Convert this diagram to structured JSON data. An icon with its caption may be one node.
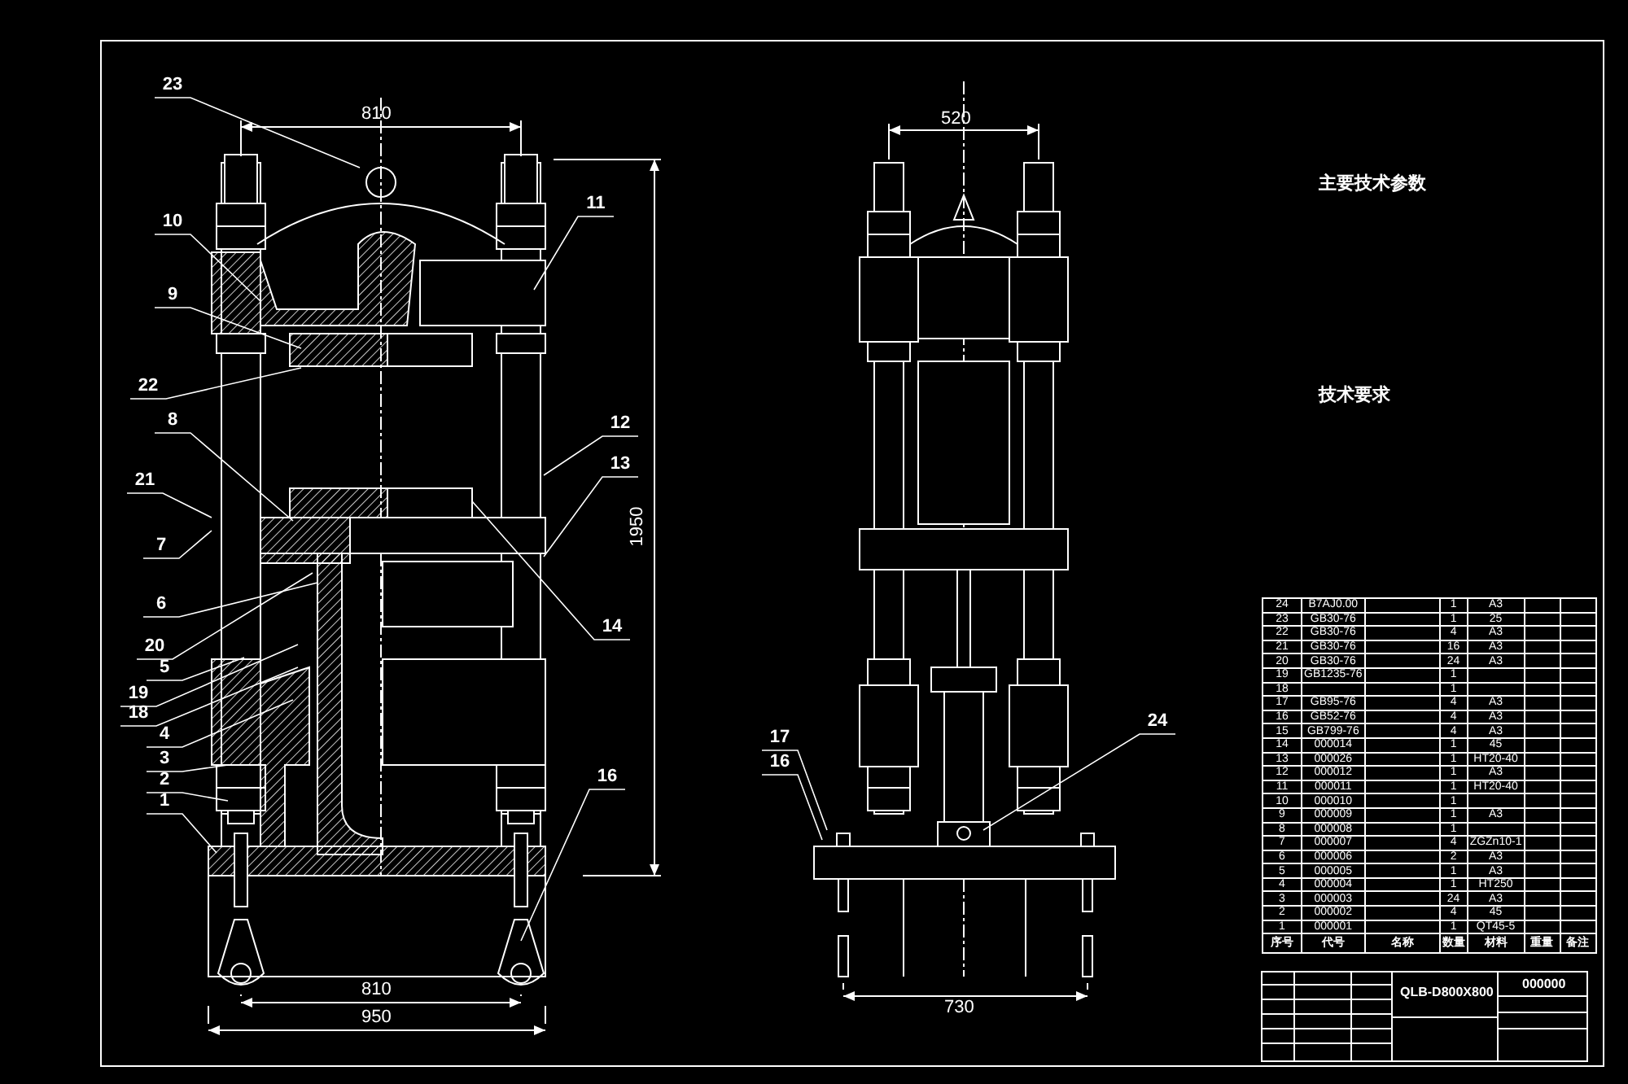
{
  "diagram": {
    "nodes": [
      {
        "text": [
          "23"
        ]
      },
      {
        "text": [
          "10"
        ]
      },
      {
        "text": [
          "9"
        ]
      },
      {
        "text": [
          "22"
        ]
      },
      {
        "text": [
          "8"
        ]
      },
      {
        "text": [
          "21"
        ]
      },
      {
        "text": [
          "7"
        ]
      },
      {
        "text": [
          "6"
        ]
      },
      {
        "text": [
          "20"
        ]
      },
      {
        "text": [
          "5"
        ]
      },
      {
        "text": [
          "19"
        ]
      },
      {
        "text": [
          "18"
        ]
      },
      {
        "text": [
          "4"
        ]
      },
      {
        "text": [
          "3"
        ]
      },
      {
        "text": [
          "2"
        ]
      },
      {
        "text": [
          "1"
        ]
      },
      {
        "text": [
          "11"
        ]
      },
      {
        "text": [
          "12"
        ]
      },
      {
        "text": [
          "13"
        ]
      },
      {
        "text": [
          "14"
        ]
      },
      {
        "text": [
          "16"
        ]
      },
      {
        "text": [
          "17"
        ]
      },
      {
        "text": [
          "16"
        ]
      },
      {
        "text": [
          "24"
        ]
      }
    ],
    "edges": [
      {
        "from": 0,
        "to": null,
        "arrow": "none"
      },
      {
        "from": 1,
        "to": null,
        "arrow": "none"
      },
      {
        "from": 2,
        "to": null,
        "arrow": "none"
      },
      {
        "from": 3,
        "to": null,
        "arrow": "none"
      },
      {
        "from": 4,
        "to": null,
        "arrow": "none"
      },
      {
        "from": 5,
        "to": null,
        "arrow": "none"
      },
      {
        "from": 6,
        "to": null,
        "arrow": "none"
      },
      {
        "from": 7,
        "to": null,
        "arrow": "none"
      },
      {
        "from": 8,
        "to": null,
        "arrow": "none"
      },
      {
        "from": 9,
        "to": null,
        "arrow": "none"
      },
      {
        "from": 10,
        "to": null,
        "arrow": "none"
      },
      {
        "from": 11,
        "to": null,
        "arrow": "none"
      },
      {
        "from": 12,
        "to": null,
        "arrow": "none"
      },
      {
        "from": 13,
        "to": null,
        "arrow": "none"
      },
      {
        "from": 14,
        "to": null,
        "arrow": "none"
      },
      {
        "from": 15,
        "to": null,
        "arrow": "none"
      },
      {
        "from": 16,
        "to": null,
        "arrow": "none"
      },
      {
        "from": 17,
        "to": null,
        "arrow": "none"
      },
      {
        "from": 18,
        "to": null,
        "arrow": "none"
      },
      {
        "from": 19,
        "to": null,
        "arrow": "none"
      },
      {
        "from": 20,
        "to": null,
        "arrow": "none"
      },
      {
        "from": 21,
        "to": null,
        "arrow": "none"
      },
      {
        "from": 22,
        "to": null,
        "arrow": "none"
      },
      {
        "from": 23,
        "to": null,
        "arrow": "none"
      }
    ],
    "labels": [
      "810",
      "520",
      "主要技术参数",
      "技术要求",
      "1950",
      "810",
      "950",
      "730",
      "24",
      "B7AJ0.00",
      "1",
      "A3",
      "23",
      "GB30-76",
      "1",
      "25",
      "22",
      "GB30-76",
      "4",
      "A3",
      "21",
      "GB30-76",
      "16",
      "A3",
      "20",
      "GB30-76",
      "24",
      "A3",
      "19",
      "GB1235-76",
      "1",
      "18",
      "1",
      "17",
      "GB95-76",
      "4",
      "A3",
      "16",
      "GB52-76",
      "4",
      "A3",
      "15",
      "GB799-76",
      "4",
      "A3",
      "14",
      "000014",
      "1",
      "45",
      "13",
      "000026",
      "1",
      "HT20-40",
      "12",
      "000012",
      "1",
      "A3",
      "11",
      "000011",
      "1",
      "HT20-40",
      "10",
      "000010",
      "1",
      "9",
      "000009",
      "1",
      "A3",
      "8",
      "000008",
      "1",
      "7",
      "000007",
      "4",
      "ZGZn10-1",
      "6",
      "000006",
      "2",
      "A3",
      "5",
      "000005",
      "1",
      "A3",
      "4",
      "000004",
      "1",
      "HT250",
      "3",
      "000003",
      "24",
      "A3",
      "2",
      "000002",
      "4",
      "45",
      "1",
      "000001",
      "1",
      "QT45-5",
      "序号",
      "代号",
      "名称",
      "数量",
      "材料",
      "重量",
      "备注",
      "QLB-D800X800",
      "000000"
    ]
  }
}
